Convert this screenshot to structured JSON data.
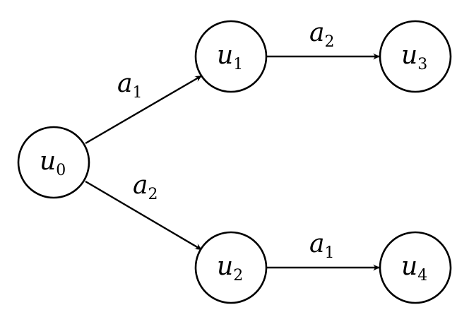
{
  "nodes": [
    {
      "id": "u0",
      "label": "u",
      "sub": "0"
    },
    {
      "id": "u1",
      "label": "u",
      "sub": "1"
    },
    {
      "id": "u2",
      "label": "u",
      "sub": "2"
    },
    {
      "id": "u3",
      "label": "u",
      "sub": "3"
    },
    {
      "id": "u4",
      "label": "u",
      "sub": "4"
    }
  ],
  "edges": [
    {
      "from": "u0",
      "to": "u1",
      "label": "a",
      "sub": "1"
    },
    {
      "from": "u0",
      "to": "u2",
      "label": "a",
      "sub": "2"
    },
    {
      "from": "u1",
      "to": "u3",
      "label": "a",
      "sub": "2"
    },
    {
      "from": "u2",
      "to": "u4",
      "label": "a",
      "sub": "1"
    }
  ]
}
